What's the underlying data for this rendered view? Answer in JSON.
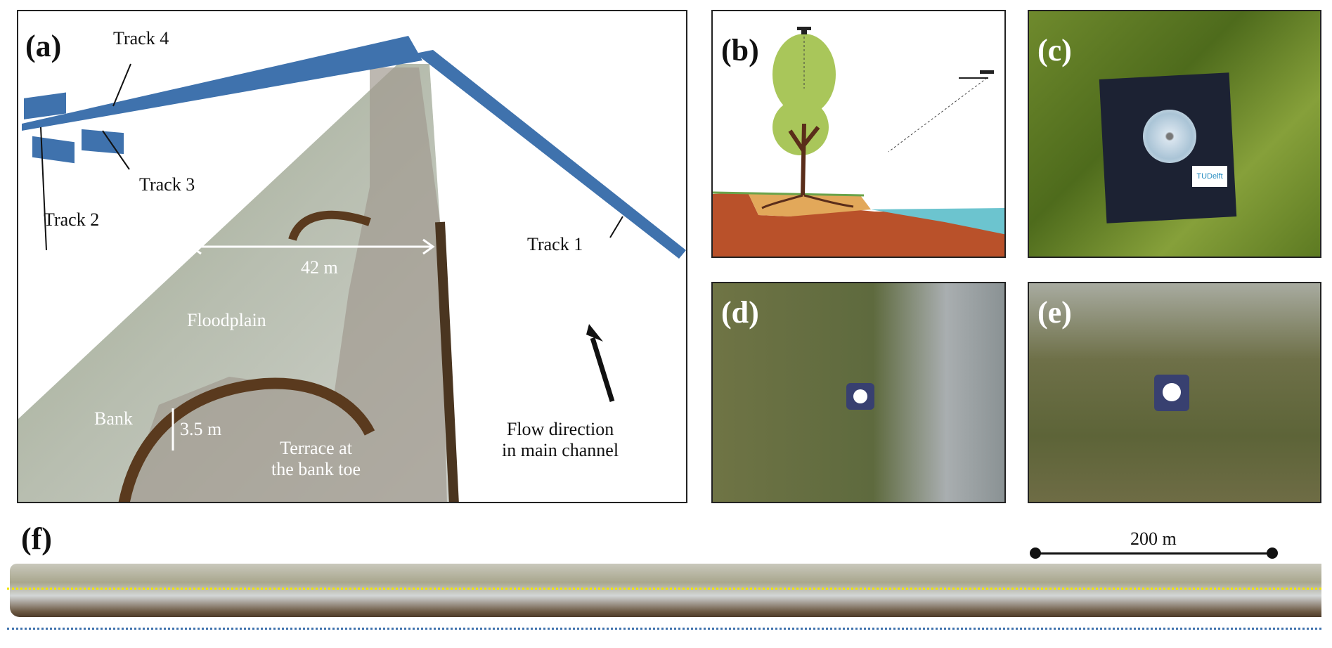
{
  "panels": {
    "a": {
      "label": "(a)",
      "tracks": [
        "Track 1",
        "Track 2",
        "Track 3",
        "Track 4"
      ],
      "width_annotation": "42  m",
      "floodplain": "Floodplain",
      "bank": "Bank",
      "height_annotation": "3.5 m",
      "terrace_line1": "Terrace at",
      "terrace_line2": "the bank toe",
      "flow_line1": "Flow direction",
      "flow_line2": "in main channel"
    },
    "b": {
      "label": "(b)"
    },
    "c": {
      "label": "(c)",
      "logo_text": "TUDelft"
    },
    "d": {
      "label": "(d)"
    },
    "e": {
      "label": "(e)"
    },
    "f": {
      "label": "(f)",
      "scale_bar": "200 m"
    }
  },
  "colors": {
    "track": "#3f72ad",
    "yellow_line": "#f2e600",
    "blue_line": "#3f72ad",
    "soil": "#b9512a",
    "water": "#6cc4cf",
    "tree": "#a9c65a"
  }
}
